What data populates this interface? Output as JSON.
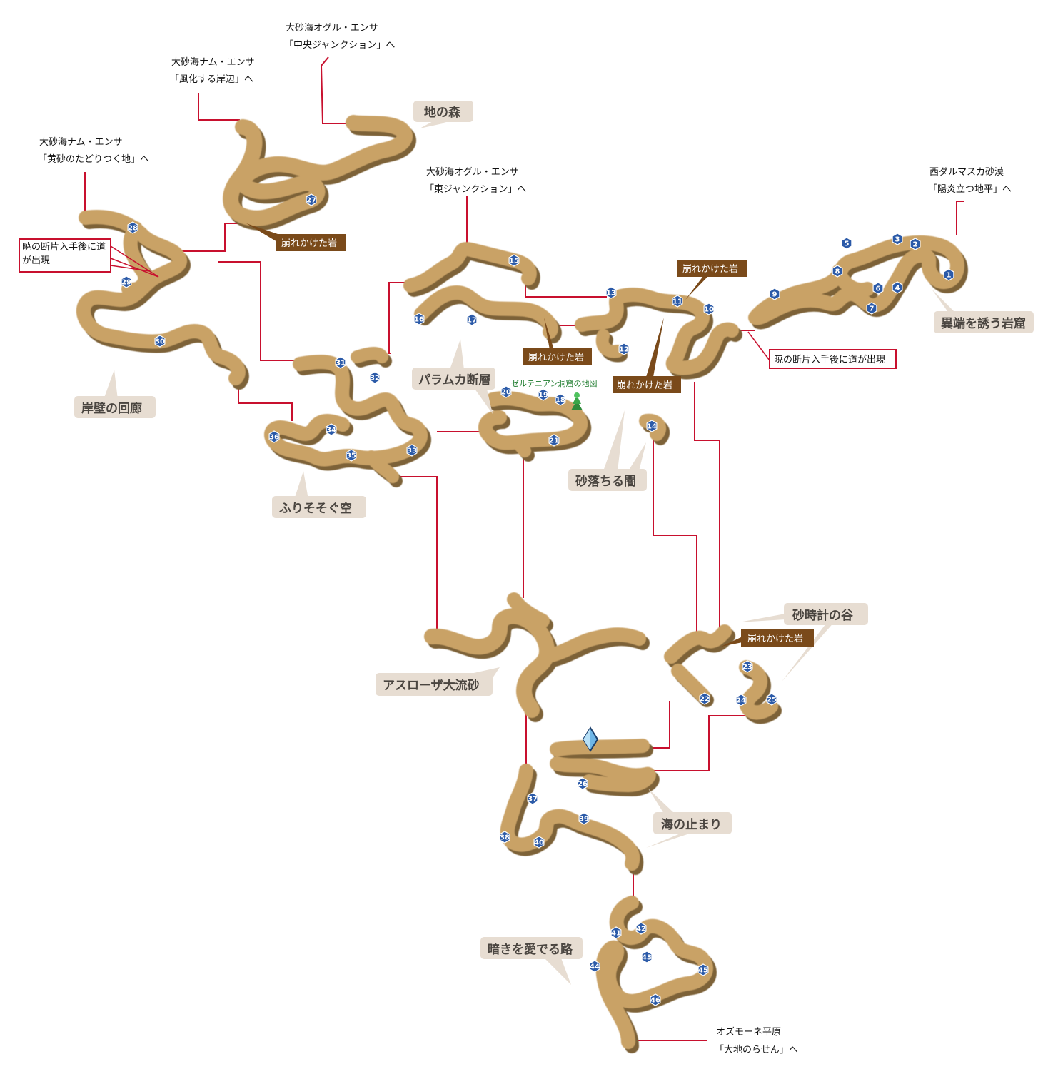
{
  "colors": {
    "cave_top": "#c9a266",
    "cave_side": "#7d6238",
    "route": "#c8102e",
    "area_label_bg": "#e7ddd2",
    "rock_label_bg": "#7a4a1a",
    "marker": "#2b5aa8"
  },
  "exits": [
    {
      "line1": "大砂海オグル・エンサ",
      "line2": "「中央ジャンクション」へ"
    },
    {
      "line1": "大砂海ナム・エンサ",
      "line2": "「風化する岸辺」へ"
    },
    {
      "line1": "大砂海ナム・エンサ",
      "line2": "「黄砂のたどりつく地」へ"
    },
    {
      "line1": "大砂海オグル・エンサ",
      "line2": "「東ジャンクション」へ"
    },
    {
      "line1": "西ダルマスカ砂漠",
      "line2": "「陽炎立つ地平」へ"
    },
    {
      "line1": "オズモーネ平原",
      "line2": "「大地のらせん」へ"
    }
  ],
  "areas": [
    "地の森",
    "岸壁の回廊",
    "ふりそそぐ空",
    "パラムカ断層",
    "砂落ちる闇",
    "異端を誘う岩窟",
    "砂時計の谷",
    "アスローザ大流砂",
    "海の止まり",
    "暗きを愛でる路"
  ],
  "rock_label": "崩れかけた岩",
  "notes": {
    "dawn_west": "暁の断片入手後に道が出現",
    "dawn_east": "暁の断片入手後に道が出現"
  },
  "cave_map_label": "ゼルテニアン洞窟の地図",
  "icons": {
    "cave_map": "map-item-icon",
    "save": "save-crystal-icon"
  },
  "markers": [
    "1",
    "2",
    "3",
    "4",
    "5",
    "6",
    "7",
    "8",
    "9",
    "10",
    "11",
    "12",
    "13",
    "14",
    "15",
    "16",
    "17",
    "18",
    "19",
    "20",
    "21",
    "22",
    "23",
    "24",
    "25",
    "26",
    "27",
    "28",
    "29",
    "30",
    "31",
    "32",
    "33",
    "34",
    "35",
    "36",
    "37",
    "38",
    "39",
    "40",
    "41",
    "42",
    "43",
    "44",
    "45",
    "46"
  ]
}
